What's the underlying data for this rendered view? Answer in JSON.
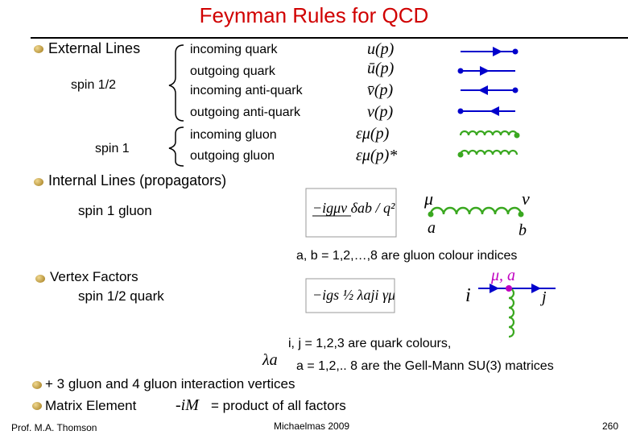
{
  "title": "Feynman Rules for QCD",
  "external": {
    "heading": "External Lines",
    "spin_half": "spin 1/2",
    "spin_one": "spin 1",
    "rows": [
      {
        "label": "incoming quark",
        "symbol": "u(p)"
      },
      {
        "label": "outgoing quark",
        "symbol": "ū(p)"
      },
      {
        "label": "incoming anti-quark",
        "symbol": "v̄(p)"
      },
      {
        "label": "outgoing anti-quark",
        "symbol": "v(p)"
      },
      {
        "label": "incoming gluon",
        "symbol": "εμ(p)"
      },
      {
        "label": "outgoing gluon",
        "symbol": "εμ(p)*"
      }
    ]
  },
  "internal": {
    "heading": "Internal Lines (propagators)",
    "spin_label": "spin 1  gluon",
    "propagator": "−igμν δab / q²",
    "mu": "μ",
    "nu": "ν",
    "a": "a",
    "b": "b",
    "colour_note": "a, b = 1,2,…,8 are gluon colour indices"
  },
  "vertex": {
    "heading": "Vertex Factors",
    "spin_label": "spin 1/2   quark",
    "formula": "−igs ½ λaji γμ",
    "mu_a": "μ, a",
    "i": "i",
    "j": "j",
    "quark_note": "i, j = 1,2,3 are quark colours,",
    "lambda": "λa",
    "gellmann_note": "a = 1,2,.. 8  are the Gell-Mann SU(3) matrices"
  },
  "bullets": {
    "interaction": "+ 3 gluon and 4 gluon interaction vertices",
    "matrix_prefix": "Matrix Element",
    "matrix_symbol": "-iM",
    "matrix_suffix": "=  product of all factors"
  },
  "footer": {
    "author": "Prof. M.A. Thomson",
    "term": "Michaelmas 2009",
    "page": "260"
  },
  "colors": {
    "title": "#d00000",
    "line": "#0000cc",
    "gluon": "#3aa820",
    "vertex": "#c000c0"
  }
}
